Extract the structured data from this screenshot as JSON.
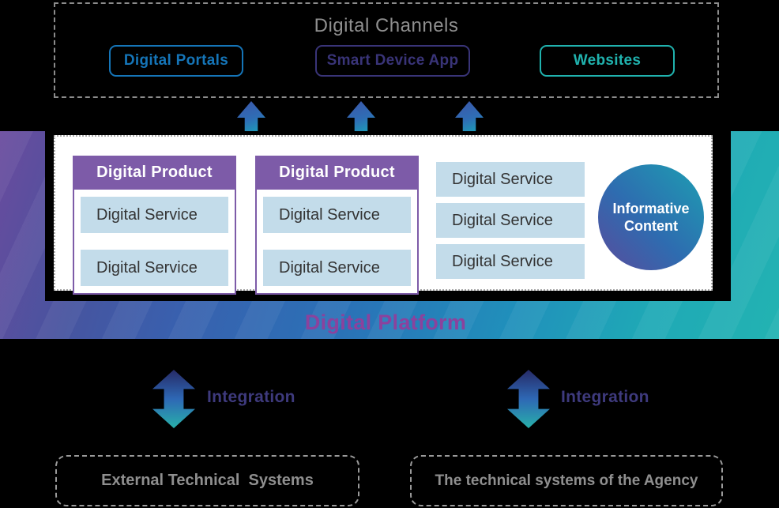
{
  "colors": {
    "background": "#000000",
    "channels_border": "#8c8c8c",
    "channels_title_gray": "#8f8f8f",
    "portals_blue": "#1575b8",
    "smart_app_indigo": "#393478",
    "websites_teal": "#20b2ae",
    "product_purple": "#7d5ba8",
    "service_light_blue": "#c3dcea",
    "service_text": "#333333",
    "platform_label_purple": "#8b429d",
    "integration_indigo": "#3e3a7d",
    "bottom_text_gray": "#8f8f8f",
    "band_gradient": [
      "#6a4b9e",
      "#2a72b7",
      "#23b3b2"
    ],
    "up_arrow_gradient": [
      "#3c55a8",
      "#1aa3b8"
    ],
    "double_arrow_gradient": [
      "#262a66",
      "#2e68b5",
      "#28b0aa"
    ],
    "informative_circle_gradient": [
      "#5a4b9c",
      "#2e6cb0",
      "#1d9fb2"
    ]
  },
  "channels": {
    "title": "Digital Channels",
    "buttons": [
      {
        "label": "Digital Portals"
      },
      {
        "label": "Smart Device App"
      },
      {
        "label": "Websites"
      }
    ]
  },
  "platform": {
    "label": "Digital Platform",
    "products": [
      {
        "title": "Digital Product",
        "services": [
          "Digital Service",
          "Digital Service"
        ]
      },
      {
        "title": "Digital Product",
        "services": [
          "Digital Service",
          "Digital Service"
        ]
      }
    ],
    "service_list": [
      "Digital Service",
      "Digital Service",
      "Digital Service"
    ],
    "informative_content": {
      "line1": "Informative",
      "line2": "Content"
    }
  },
  "integration": {
    "left_label": "Integration",
    "right_label": "Integration"
  },
  "external_systems": {
    "left_label": "External Technical  Systems",
    "right_label": "The technical systems of the Agency"
  }
}
